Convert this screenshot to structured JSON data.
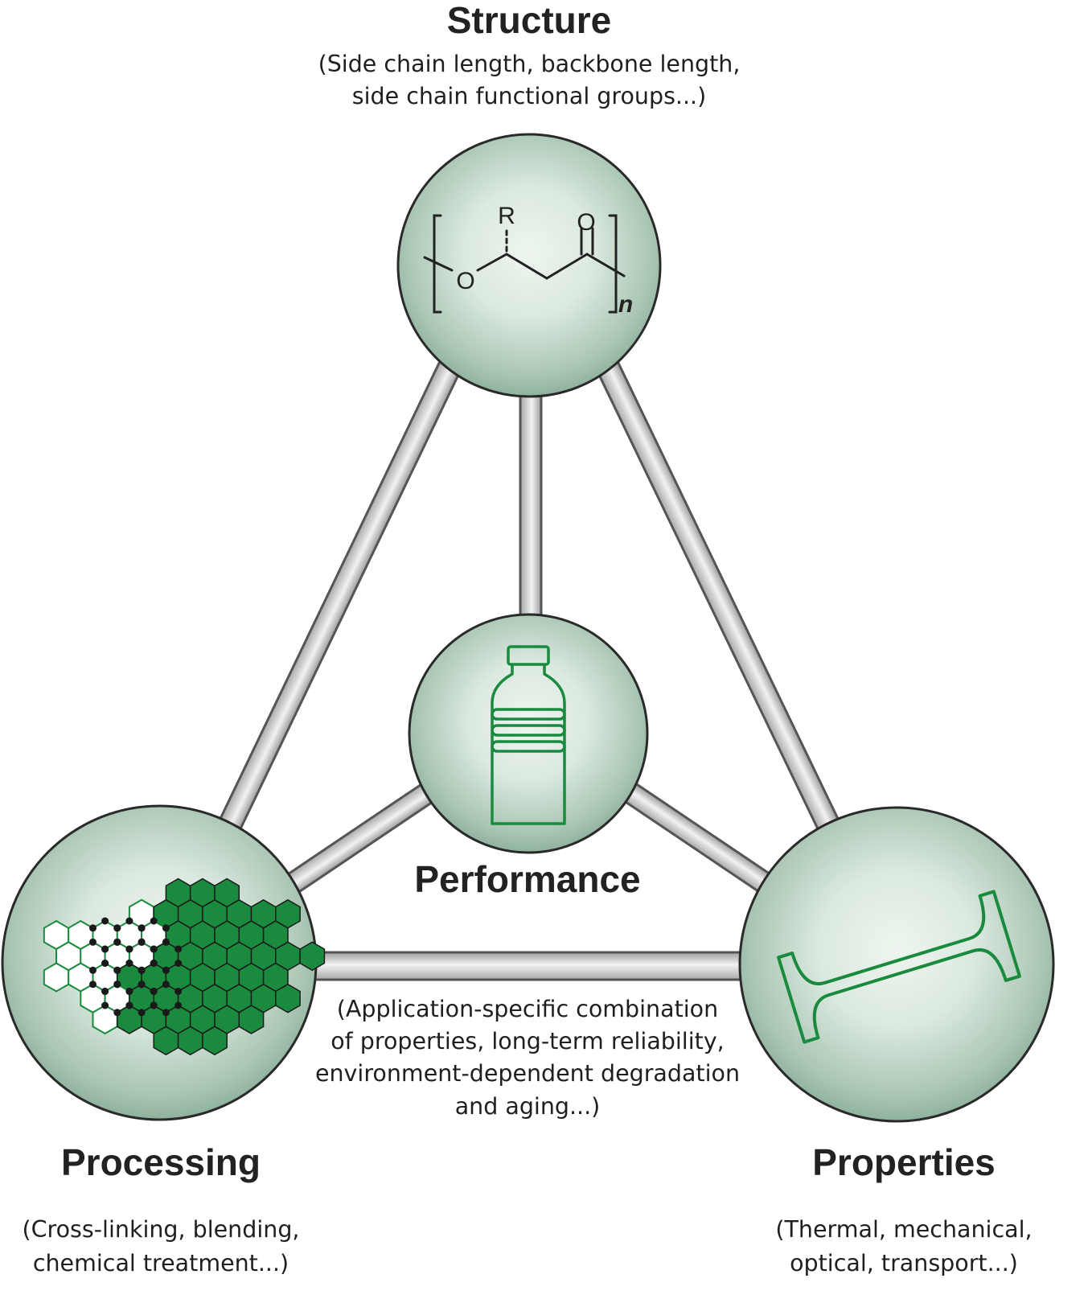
{
  "structure": {
    "title": "Structure",
    "desc_lines": [
      "(Side chain length, backbone length,",
      "side chain functional groups...)"
    ],
    "molecule": {
      "r_group": "R",
      "oxygen_carbonyl": "O",
      "oxygen_ester": "O",
      "repeat_subscript": "n"
    }
  },
  "performance": {
    "title": "Performance",
    "desc_lines": [
      "(Application-specific combination",
      "of properties, long-term reliability,",
      "environment-dependent degradation",
      "and aging...)"
    ]
  },
  "processing": {
    "title": "Processing",
    "desc_lines": [
      "(Cross-linking, blending,",
      "chemical treatment...)"
    ]
  },
  "properties": {
    "title": "Properties",
    "desc_lines": [
      "(Thermal, mechanical,",
      "optical, transport...)"
    ]
  },
  "colors": {
    "accent_green": "#1a8a3e",
    "sphere_light": "#eef5f0",
    "sphere_dark": "#8fb29d",
    "rod_light": "#f2f2f2",
    "rod_dark": "#a8a8a8"
  },
  "icons": {
    "structure": "polymer-repeat-unit-icon",
    "performance": "bottle-icon",
    "processing": "hexagon-network-icon",
    "properties": "tensile-specimen-icon"
  }
}
